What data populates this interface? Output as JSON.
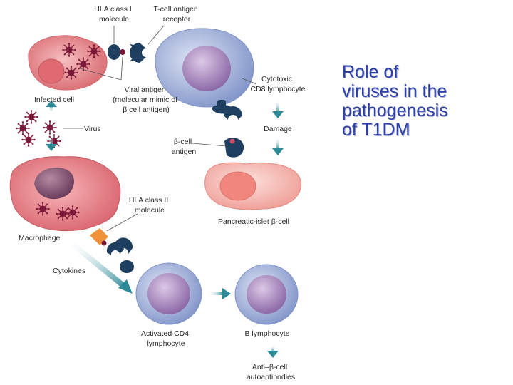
{
  "title_lines": [
    "Role of",
    "viruses in the",
    "pathogenesis",
    "of T1DM"
  ],
  "labels": {
    "hla_class_1": [
      "HLA class I",
      "molecule"
    ],
    "tcell_receptor": [
      "T-cell antigen",
      "receptor"
    ],
    "infected_cell": "Infected cell",
    "viral_antigen": [
      "Viral antigen",
      "(molecular mimic of",
      "β cell antigen)"
    ],
    "virus": "Virus",
    "cytotoxic_cd8": [
      "Cytotoxic",
      "CD8 lymphocyte"
    ],
    "damage": "Damage",
    "beta_cell_antigen": [
      "β-cell",
      "antigen"
    ],
    "hla_class_2": [
      "HLA class II",
      "molecule"
    ],
    "macrophage": "Macrophage",
    "pancreatic_islet": "Pancreatic-islet β-cell",
    "cytokines": "Cytokines",
    "activated_cd4": [
      "Activated CD4",
      "lymphocyte"
    ],
    "b_lymphocyte": "B lymphocyte",
    "autoantibodies": [
      "Anti–β-cell",
      "autoantibodies"
    ]
  },
  "colors": {
    "title": "#2e3fa6",
    "infected_cell": "#e58a8e",
    "lymphocyte_body": "#aab6db",
    "lymphocyte_nucleus": "#a98bbd",
    "beta_cell": "#f3aaa4",
    "macrophage": "#e67e85",
    "receptor": "#1e3f60",
    "virus": "#7a1838",
    "arrow_teal": "#2c8a97",
    "hla_class_2": "#f0923a"
  }
}
